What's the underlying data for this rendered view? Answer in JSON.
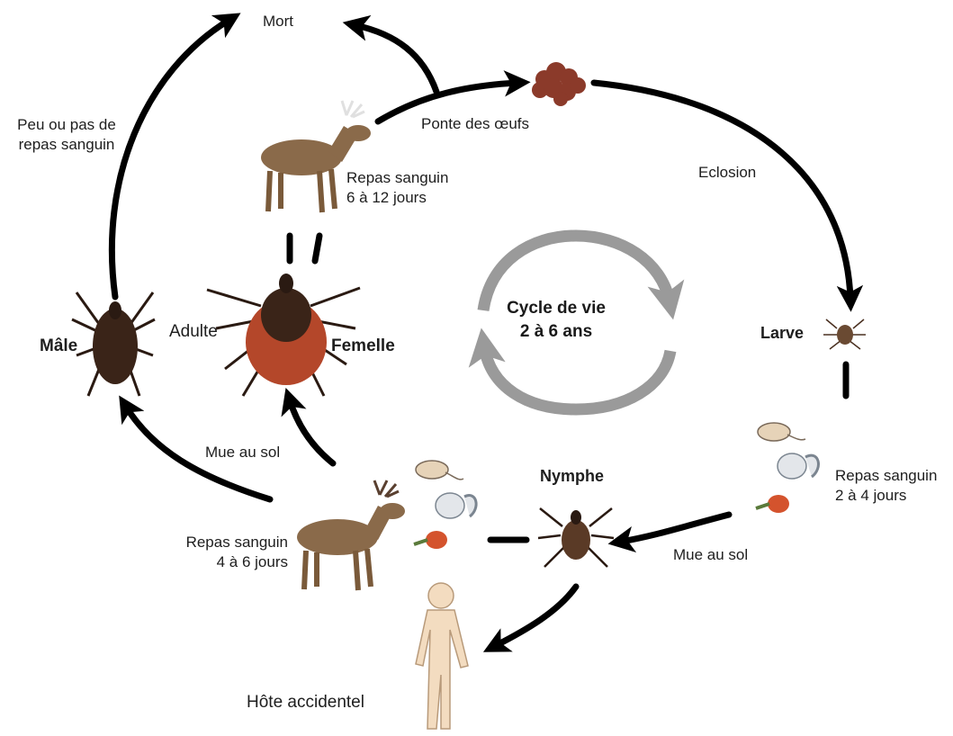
{
  "labels": {
    "mort": "Mort",
    "peu_repas_1": "Peu ou pas de",
    "peu_repas_2": "repas sanguin",
    "ponte": "Ponte des œufs",
    "eclosion": "Eclosion",
    "adult_repas_1": "Repas sanguin",
    "adult_repas_2": "6 à 12 jours",
    "male": "Mâle",
    "adulte": "Adulte",
    "femelle": "Femelle",
    "larve": "Larve",
    "larve_repas_1": "Repas sanguin",
    "larve_repas_2": "2 à 4 jours",
    "mue_sol_right": "Mue au sol",
    "nymphe": "Nymphe",
    "mue_sol_left": "Mue au sol",
    "nymph_repas_1": "Repas sanguin",
    "nymph_repas_2": "4 à 6 jours",
    "hote": "Hôte accidentel"
  },
  "center": {
    "line1": "Cycle de vie",
    "line2": "2 à 6 ans"
  },
  "colors": {
    "arrow": "#000000",
    "cycle_ring": "#9a9a9a",
    "tick_body": "#3a2418",
    "tick_female_lower": "#b4472a",
    "deer": "#8a6a4a",
    "human": "#f3dcc0",
    "eggs": "#8b3a2a"
  }
}
